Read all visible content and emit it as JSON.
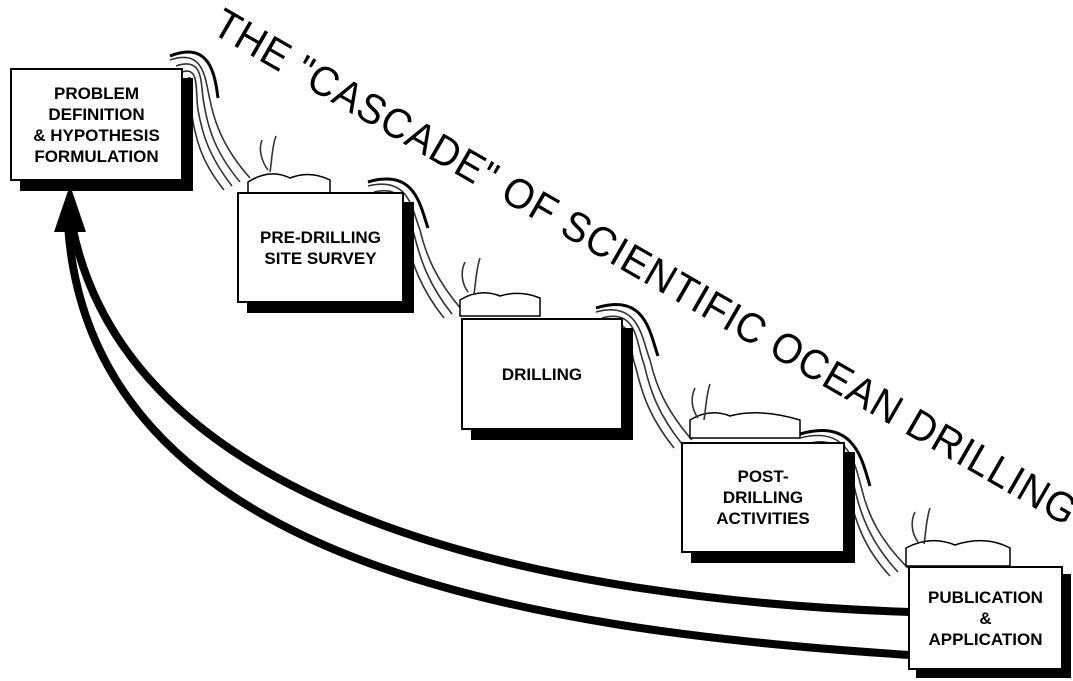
{
  "diagram": {
    "title": "THE \"CASCADE\" OF SCIENTIFIC OCEAN DRILLING",
    "stages": [
      {
        "id": "problem-definition",
        "label": "PROBLEM\nDEFINITION\n& HYPOTHESIS\nFORMULATION"
      },
      {
        "id": "site-survey",
        "label": "PRE-DRILLING\nSITE SURVEY"
      },
      {
        "id": "drilling",
        "label": "DRILLING"
      },
      {
        "id": "post-drilling",
        "label": "POST-\nDRILLING\nACTIVITIES"
      },
      {
        "id": "publication",
        "label": "PUBLICATION\n&\nAPPLICATION"
      }
    ],
    "feedback_arrow": {
      "from": "publication",
      "to": "problem-definition"
    },
    "colors": {
      "ink": "#000000",
      "paper": "#ffffff",
      "water_line": "#555555"
    }
  }
}
